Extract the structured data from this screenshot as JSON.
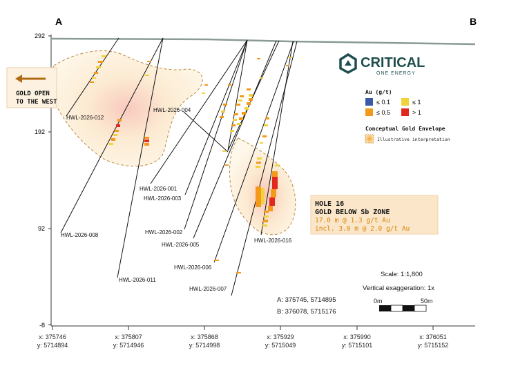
{
  "section": {
    "end_left": "A",
    "end_right": "B",
    "elevation_ticks": [
      "292",
      "192",
      "92",
      "-8"
    ],
    "x_ticks": [
      {
        "x": "x: 375746",
        "y": "y: 5714894"
      },
      {
        "x": "x: 375807",
        "y": "y: 5714946"
      },
      {
        "x": "x: 375868",
        "y": "y: 5714998"
      },
      {
        "x": "x: 375929",
        "y": "y: 5715049"
      },
      {
        "x": "x: 375990",
        "y": "y: 5715101"
      },
      {
        "x": "x: 376051",
        "y": "y: 5715152"
      }
    ]
  },
  "logo": {
    "name": "CRITICAL",
    "sub": "ONE ENERGY",
    "color": "#1f4e4e"
  },
  "callout_west": {
    "line1": "GOLD OPEN",
    "line2": "TO THE WEST",
    "arrow_color": "#b06a12"
  },
  "holes": [
    {
      "label": "HWL-2026-012"
    },
    {
      "label": "HWL-2026-004"
    },
    {
      "label": "HWL-2026-001"
    },
    {
      "label": "HWL-2026-003"
    },
    {
      "label": "HWL-2026-002"
    },
    {
      "label": "HWL-2026-005"
    },
    {
      "label": "HWL-2026-006"
    },
    {
      "label": "HWL-2026-007"
    },
    {
      "label": "HWL-2026-008"
    },
    {
      "label": "HWL-2026-011"
    },
    {
      "label": "HWL-2026-016"
    }
  ],
  "legend": {
    "title": "Au (g/t)",
    "items": [
      {
        "label": "≤ 0.1",
        "color": "#3a5aa8"
      },
      {
        "label": "≤ 1",
        "color": "#f2d23a"
      },
      {
        "label": "≤ 0.5",
        "color": "#f39a1c"
      },
      {
        "label": "> 1",
        "color": "#e0281e"
      }
    ],
    "envelope_title": "Conceptual Gold Envelope",
    "envelope_label": "Illustrative interpretation"
  },
  "highlight": {
    "line1": "HOLE 16",
    "line2": "GOLD BELOW Sb ZONE",
    "line3": "17.0 m @ 1.3 g/t Au",
    "line4": "incl. 3.0 m @ 2.0 g/t Au",
    "accent": "#d4860a"
  },
  "scale": {
    "text": "Scale: 1:1,800",
    "exaggeration": "Vertical exaggeration: 1x",
    "bar_start": "0m",
    "bar_end": "50m"
  },
  "endpoints": {
    "a": "A:  375745, 5714895",
    "b": "B:  376078, 5715176"
  }
}
